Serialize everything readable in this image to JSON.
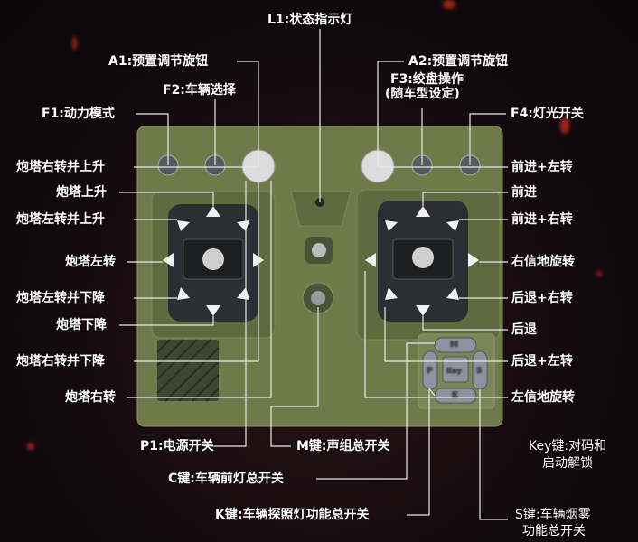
{
  "top_labels": {
    "l1": "L1:状态指示灯",
    "a1": "A1:预置调节旋钮",
    "a2": "A2:预置调节旋钮",
    "f2": "F2:车辆选择",
    "f3_line1": "F3:绞盘操作",
    "f3_line2": "(随车型设定)",
    "f1": "F1:动力模式",
    "f4": "F4:灯光开关"
  },
  "left_labels": [
    "炮塔右转并上升",
    "炮塔上升",
    "炮塔左转并上升",
    "炮塔左转",
    "炮塔左转并下降",
    "炮塔下降",
    "炮塔右转并下降",
    "炮塔右转"
  ],
  "right_labels": [
    "前进+左转",
    "前进",
    "前进+右转",
    "右信地旋转",
    "后退+右转",
    "后退",
    "后退+左转",
    "左信地旋转"
  ],
  "bottom_labels": {
    "p1": "P1:电源开关",
    "m": "M键:声组总开关",
    "c": "C键:车辆前灯总开关",
    "k": "K键:车辆探照灯功能总开关",
    "key_line1": "Key键:对码和",
    "key_line2": "启动解锁",
    "s_line1": "S键:车辆烟雾",
    "s_line2": "功能总开关"
  },
  "dpad": {
    "up": "M",
    "left": "P",
    "right": "S",
    "down": "K",
    "center": "Key"
  },
  "colors": {
    "body": "#6f7a4a",
    "panel": "#5f6a3e",
    "line": "#e8e8e8"
  }
}
